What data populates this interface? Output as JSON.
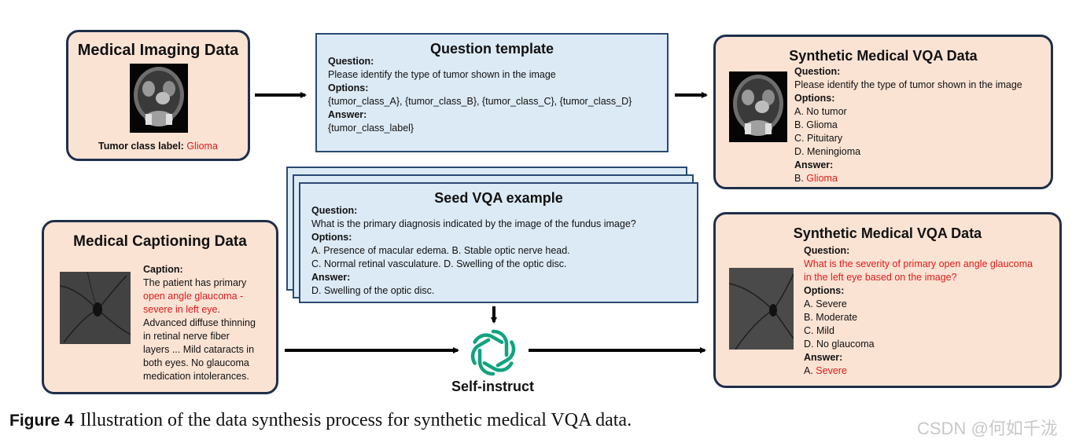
{
  "mri_box": {
    "title": "Medical Imaging Data",
    "label_prefix": "Tumor class label: ",
    "label_value": "Glioma"
  },
  "template_box": {
    "title": "Question template",
    "question_label": "Question:",
    "question": "Please identify the type of tumor shown in the image",
    "options_label": "Options:",
    "options": "{tumor_class_A}, {tumor_class_B}, {tumor_class_C}, {tumor_class_D}",
    "answer_label": "Answer:",
    "answer": "{tumor_class_label}"
  },
  "synth_top": {
    "title": "Synthetic Medical VQA Data",
    "question_label": "Question:",
    "question": "Please identify the type of tumor shown in the image",
    "options_label": "Options:",
    "options": [
      "A. No tumor",
      "B. Glioma",
      "C. Pituitary",
      "D. Meningioma"
    ],
    "answer_label": "Answer:",
    "answer_prefix": "B. ",
    "answer_value": "Glioma"
  },
  "seed_box": {
    "title": "Seed VQA example",
    "question_label": "Question:",
    "question": "What is the primary diagnosis indicated by the image of the fundus image?",
    "options_label": "Options:",
    "options_line1": "A. Presence of macular edema. B. Stable optic nerve head.",
    "options_line2": "C. Normal retinal vasculature. D. Swelling of the optic disc.",
    "answer_label": "Answer:",
    "answer": "D. Swelling of the optic disc."
  },
  "caption_box": {
    "title": "Medical Captioning Data",
    "caption_label": "Caption:",
    "lines": [
      {
        "text": "The patient has primary",
        "red": false
      },
      {
        "text": "open angle glaucoma -",
        "red": true
      },
      {
        "text": "severe in left eye",
        "red": true
      },
      {
        "text": "Advanced diffuse thinning",
        "red": false
      },
      {
        "text": "in retinal nerve fiber",
        "red": false
      },
      {
        "text": "layers ... Mild cataracts in",
        "red": false
      },
      {
        "text": "both eyes. No glaucoma",
        "red": false
      },
      {
        "text": "medication intolerances.",
        "red": false
      }
    ],
    "period_after_red": "."
  },
  "synth_bottom": {
    "title": "Synthetic Medical VQA Data",
    "question_label": "Question:",
    "question_line1": "What is the severity of primary open angle glaucoma",
    "question_line2": "in the left eye based on the image?",
    "options_label": "Options:",
    "options": [
      "A. Severe",
      "B. Moderate",
      "C. Mild",
      "D. No glaucoma"
    ],
    "answer_label": "Answer:",
    "answer_prefix": "A. ",
    "answer_value": "Severe"
  },
  "self_instruct_label": "Self-instruct",
  "figure_caption": {
    "label": "Figure 4",
    "text": "Illustration of the data synthesis process for synthetic medical VQA data."
  },
  "watermark": "CSDN @何如千泷",
  "colors": {
    "box_fill": "#fbe3d4",
    "box_border": "#1f2f4a",
    "blue_fill": "#dceaf5",
    "blue_border": "#2a4a72",
    "highlight_red": "#e01b1b",
    "openai_green": "#10a37f"
  }
}
